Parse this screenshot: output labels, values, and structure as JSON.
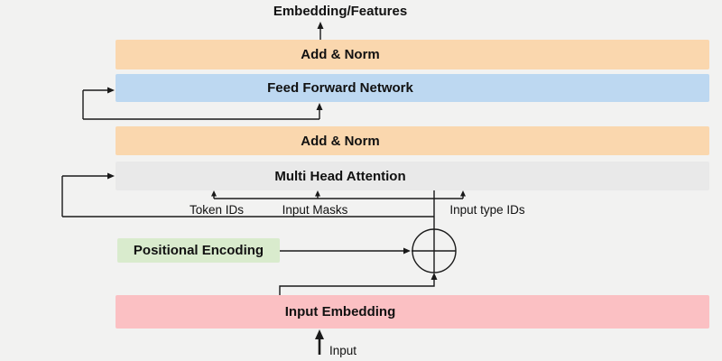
{
  "colors": {
    "background": "#f2f2f1",
    "add_norm": "#fad7ae",
    "feed_forward": "#bdd8f1",
    "attention": "#e9e9e9",
    "input_embedding": "#fbc0c3",
    "positional_encoding": "#d9ebcd",
    "line": "#1a1a1a"
  },
  "diagram": {
    "output_label": "Embedding/Features",
    "layers": [
      {
        "label": "Add & Norm"
      },
      {
        "label": "Feed Forward Network"
      },
      {
        "label": "Add & Norm"
      },
      {
        "label": "Multi Head Attention"
      },
      {
        "label": "Input Embedding"
      }
    ],
    "positional_encoding_label": "Positional Encoding",
    "input_labels": {
      "token_ids": "Token IDs",
      "input_masks": "Input Masks",
      "input_type_ids": "Input type IDs"
    },
    "add_operator_name": "add-circle",
    "input_label": "Input"
  }
}
